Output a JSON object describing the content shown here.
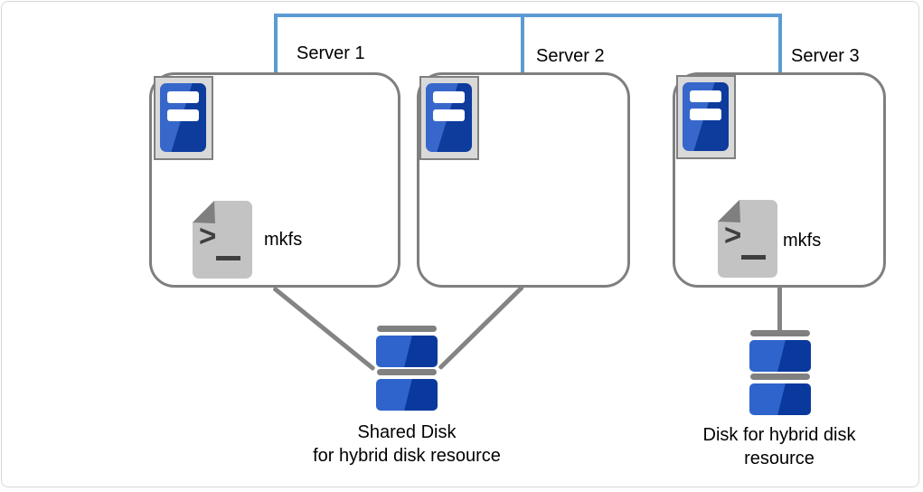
{
  "servers": [
    {
      "label": "Server 1",
      "script_label": "mkfs"
    },
    {
      "label": "Server 2"
    },
    {
      "label": "Server 3",
      "script_label": "mkfs"
    }
  ],
  "script_prompt_glyph": ">",
  "disks": [
    {
      "name": "shared-disk",
      "label_lines": [
        "Shared Disk",
        "for hybrid disk resource"
      ]
    },
    {
      "name": "hybrid-disk",
      "label_lines": [
        "Disk for hybrid disk",
        "resource"
      ]
    }
  ],
  "icons": {
    "server-icon": "blue tower server in gray frame",
    "script-icon": "gray shell-script file with folded corner and prompt",
    "disk-icon": "stacked blue disk platters with gray caps"
  },
  "colors": {
    "network_blue": "#5B9BD5",
    "box_border_gray": "#7F7F7F",
    "connector_gray": "#848484",
    "icon_frame_gray": "#D9D9D9",
    "server_blue_light": "#3767CA",
    "server_blue_dark": "#0D3C9D",
    "disk_blue_light": "#2E64CB",
    "disk_blue_dark": "#0A399D",
    "disk_cap_gray": "#808080",
    "script_body_gray": "#C3C3C3",
    "script_fold_gray": "#7F7F7F",
    "script_glyph_dark": "#3F3F3F",
    "frame_border": "#D8D8D8"
  }
}
